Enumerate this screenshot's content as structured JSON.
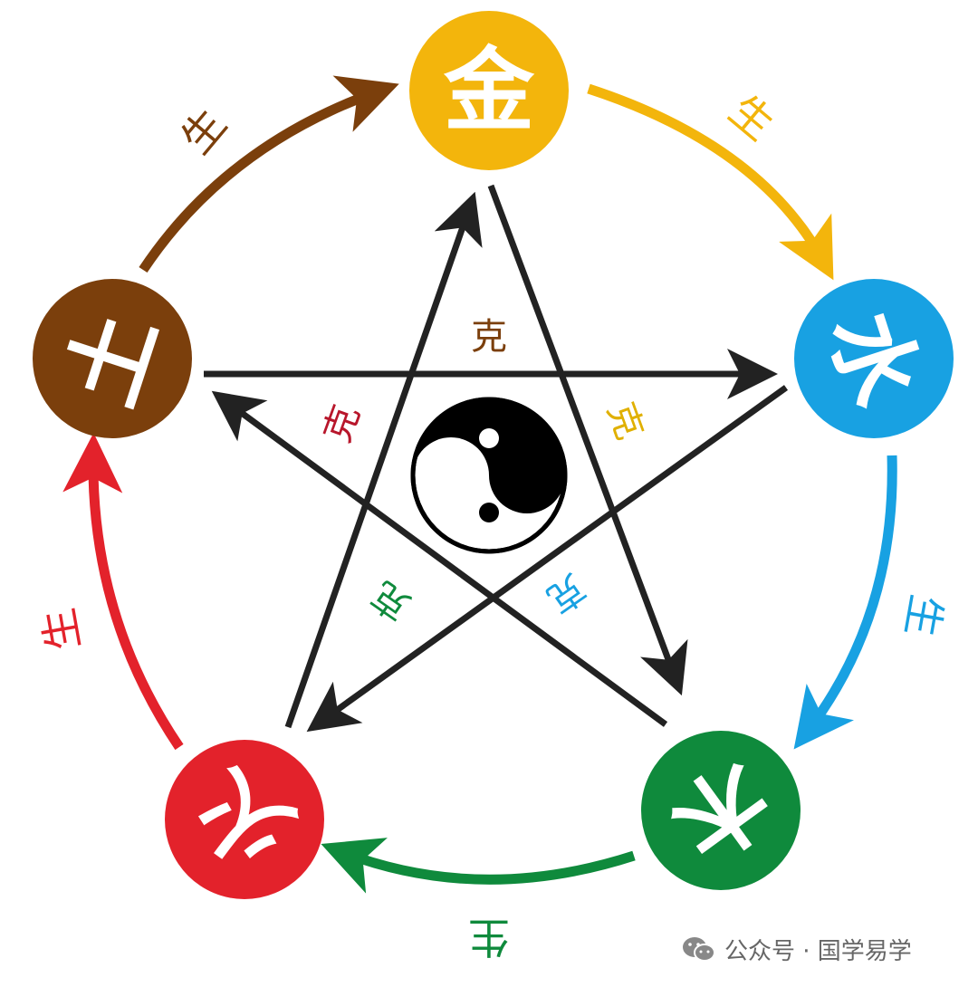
{
  "elements": {
    "metal": {
      "char": "金",
      "color": "#f3b50c"
    },
    "water": {
      "char": "水",
      "color": "#18a1e2"
    },
    "wood": {
      "char": "木",
      "color": "#0f8a3c"
    },
    "fire": {
      "char": "火",
      "color": "#e3222b"
    },
    "earth": {
      "char": "土",
      "color": "#7b3f0c"
    }
  },
  "generation": {
    "label": "生",
    "earth_to_metal": {
      "label": "生",
      "color": "#7b3f0c"
    },
    "metal_to_water": {
      "label": "生",
      "color": "#f3b50c"
    },
    "water_to_wood": {
      "label": "生",
      "color": "#18a1e2"
    },
    "wood_to_fire": {
      "label": "生",
      "color": "#0f8a3c"
    },
    "fire_to_earth": {
      "label": "生",
      "color": "#e3222b"
    }
  },
  "restraint": {
    "line_color": "#222222",
    "earth_to_water": {
      "label": "克",
      "color": "#7b3f0c"
    },
    "fire_to_metal": {
      "label": "克",
      "color": "#b8162b"
    },
    "metal_to_wood": {
      "label": "克",
      "color": "#e0b000"
    },
    "wood_to_earth": {
      "label": "克",
      "color": "#0f8a3c"
    },
    "water_to_fire": {
      "label": "克",
      "color": "#18a1e2"
    }
  },
  "watermark": {
    "text": "公众号 · 国学易学"
  }
}
